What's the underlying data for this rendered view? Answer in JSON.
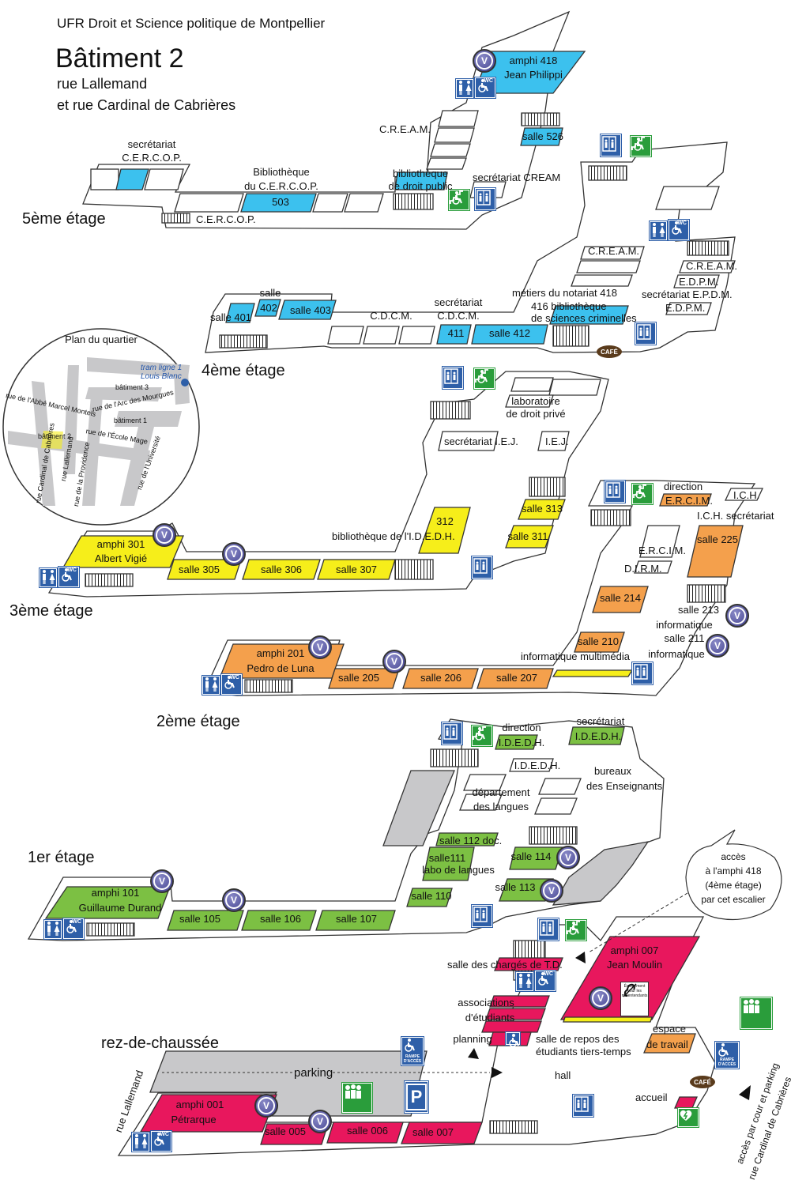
{
  "header": {
    "institution": "UFR Droit et Science politique de Montpellier",
    "building": "Bâtiment 2",
    "street_1": "rue Lallemand",
    "street_2": "et rue Cardinal de Cabrières"
  },
  "floors": {
    "f5": "5ème étage",
    "f4": "4ème étage",
    "f3": "3ème étage",
    "f2": "2ème étage",
    "f1": "1er étage",
    "f0": "rez-de-chaussée"
  },
  "colors": {
    "f5": "#3cc1ee",
    "f4": "#3cc1ee",
    "f3": "#f6ee1a",
    "f2": "#f4a04c",
    "f1": "#7cc043",
    "f0": "#e8175d",
    "grey": "#c8c8ca",
    "icon_blue": "#2e5fa8",
    "icon_green": "#2a9d3b",
    "cafe": "#5a3b1c"
  },
  "f5": {
    "secretariat": "secrétariat",
    "cercop_top": "C.E.R.C.O.P.",
    "biblio_1": "Bibliothèque",
    "biblio_2": "du C.E.R.C.O.P.",
    "room_503": "503",
    "cercop_bottom": "C.E.R.C.O.P.",
    "droit_public_1": "bibliothèque",
    "droit_public_2": "de droit public",
    "cream": "C.R.E.A.M.",
    "sec_cream": "secrétariat CREAM",
    "salle_526": "salle 526",
    "amphi_418_1": "amphi 418",
    "amphi_418_2": "Jean Philippi"
  },
  "f4": {
    "salle": "salle",
    "salle_401": "salle 401",
    "r402": "402",
    "salle_403": "salle 403",
    "cdcm": "C.D.C.M.",
    "secretariat": "secrétariat",
    "cdcm_sec": "C.D.C.M.",
    "r411": "411",
    "salle_412": "salle 412",
    "metiers": "métiers du notariat 418",
    "bib_416_1": "416 bibliothèque",
    "bib_416_2": "de sciences criminelles",
    "cream_1": "C.R.E.A.M.",
    "cream_2": "C.R.E.A.M.",
    "edpm_1": "E.D.P.M.",
    "sec_edpm": "secrétariat E.P.D.M.",
    "edpm_2": "E.D.P.M.",
    "cafe": "CAFÉ"
  },
  "quartier": {
    "title": "Plan du quartier",
    "tram_1": "tram ligne 1",
    "tram_2": "Louis Blanc",
    "bat3": "bâtiment 3",
    "arc": "rue de l'Arc des Mourgues",
    "bat1": "bâtiment 1",
    "abbe": "rue de l'Abbé Marcel Montels",
    "bat2": "bâtiment 2",
    "ecole": "rue de l'École Mage",
    "cabrieres": "rue Cardinal de Cabrières",
    "lallemand": "rue Lallemand",
    "providence": "rue de la Providence",
    "universite": "rue de l'Université"
  },
  "f3": {
    "labo_1": "laboratoire",
    "labo_2": "de droit privé",
    "sec_iej": "secrétariat  I.E.J.",
    "iej": "I.E.J.",
    "r312": "312",
    "biblio_idedh": "bibliothèque de l'I.D.E.D.H.",
    "salle_313": "salle 313",
    "salle_311": "salle  311",
    "amphi_301_1": "amphi 301",
    "amphi_301_2": "Albert Vigié",
    "salle_305": "salle 305",
    "salle_306": "salle 306",
    "salle_307": "salle 307"
  },
  "f2": {
    "direction": "direction",
    "ercim_dir": "E.R.C.I.M.",
    "ich": "I.C.H.",
    "ich_sec": "I.C.H. secrétariat",
    "ercim": "E.R.C.I.M.",
    "salle_225": "salle 225",
    "dirm": "D.I.R.M.",
    "salle_214": "salle 214",
    "salle_213": "salle 213",
    "informatique_1": "informatique",
    "salle_211": "salle 211",
    "informatique_2": "informatique",
    "salle_210": "salle 210",
    "info_multimedia": "informatique multimédia",
    "amphi_201_1": "amphi 201",
    "amphi_201_2": "Pedro de Luna",
    "salle_205": "salle 205",
    "salle_206": "salle 206",
    "salle_207": "salle 207"
  },
  "f1": {
    "direction": "direction",
    "idedh_dir": "I.D.E.D.H.",
    "secretariat": "secrétariat",
    "idedh_sec": "I.D.E.D.H.",
    "idedh": "I.D.E.D.H.",
    "bureaux_1": "bureaux",
    "bureaux_2": "des Enseignants",
    "dept_1": "département",
    "dept_2": "des langues",
    "salle_112": "salle 112 doc.",
    "salle_111": "salle111",
    "labo_langues": "labo de langues",
    "salle_110": "salle 110",
    "salle_114": "salle 114",
    "salle_113": "salle 113",
    "amphi_101_1": "amphi 101",
    "amphi_101_2": "Guillaume Durand",
    "salle_105": "salle 105",
    "salle_106": "salle 106",
    "salle_107": "salle 107",
    "callout_1": "accès",
    "callout_2": "à l'amphi 418",
    "callout_3": "(4ème étage)",
    "callout_4": "par cet escalier"
  },
  "f0": {
    "amphi_007_1": "amphi 007",
    "amphi_007_2": "Jean Moulin",
    "charges_td": "salle des chargés de T.D.",
    "assoc_1": "associations",
    "assoc_2": "d'étudiants",
    "planning": "planning",
    "repos_1": "salle de repos des",
    "repos_2": "étudiants tiers-temps",
    "espace_1": "espace",
    "espace_2": "de travail",
    "parking": "parking",
    "hall": "hall",
    "accueil": "accueil",
    "cafe": "CAFÉ",
    "rue_lallemand": "rue Lallemand",
    "amphi_001_1": "amphi 001",
    "amphi_001_2": "Pétrarque",
    "salle_005": "salle 005",
    "salle_006": "salle 006",
    "salle_007": "salle 007",
    "acces_1": "accès par cour et parking",
    "acces_2": "rue  Cardinal de Cabrières",
    "rampe": "RAMPE D'ACCÈS",
    "hearing_1": "Équipement",
    "hearing_2": "pour les",
    "hearing_3": "malentendants"
  },
  "icons": {
    "v": "V",
    "wc": "WC",
    "parking_sign": "P"
  }
}
